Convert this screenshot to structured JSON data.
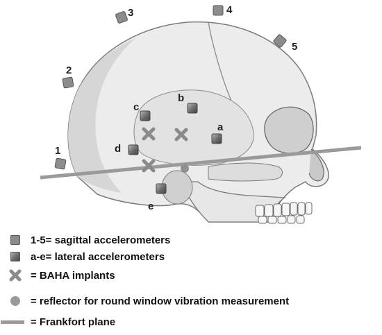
{
  "colors": {
    "bone": "#ececec",
    "bone_shade": "#d4d4d4",
    "outline": "#7a7a7a",
    "marker": "#8c8c8c",
    "frankfort_line": "#9a9a9a",
    "text": "#111111"
  },
  "sagittal_markers": [
    {
      "label": "1"
    },
    {
      "label": "2"
    },
    {
      "label": "3"
    },
    {
      "label": "4"
    },
    {
      "label": "5"
    }
  ],
  "lateral_markers": [
    {
      "label": "a"
    },
    {
      "label": "b"
    },
    {
      "label": "c"
    },
    {
      "label": "d"
    },
    {
      "label": "e"
    }
  ],
  "legend": {
    "sagittal": "1-5= sagittal accelerometers",
    "lateral": "a-e= lateral accelerometers",
    "implants": "= BAHA implants",
    "reflector": "= reflector for round window vibration measurement",
    "frankfort": "= Frankfort plane"
  }
}
